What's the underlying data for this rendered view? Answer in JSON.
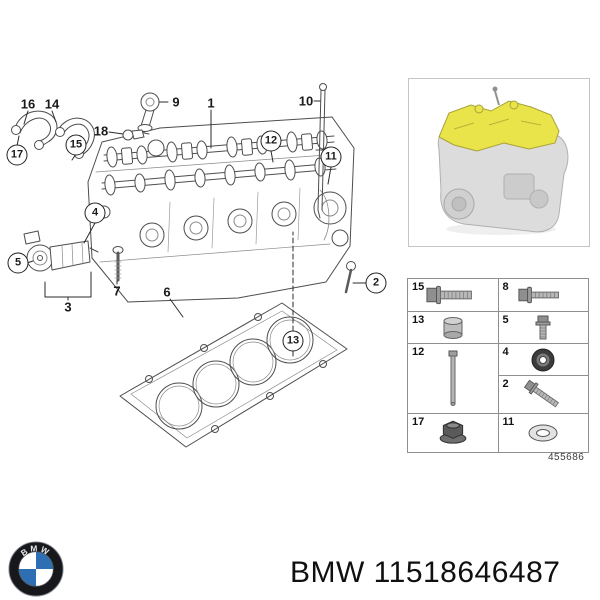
{
  "footer": {
    "brand_label": "BMW",
    "part_number": "11518646487"
  },
  "artwork": {
    "drawing_number": "455686",
    "description": "cylinder-head-exploded-diagram"
  },
  "logo": {
    "brand": "BMW"
  },
  "colors": {
    "highlight_yellow": "#e9e44a",
    "bmw_blue": "#2e6fb3",
    "line": "#4d4d4d"
  },
  "diagram": {
    "callouts": {
      "c1": "1",
      "c2": "2",
      "c3": "3",
      "c4": "4",
      "c5": "5",
      "c6": "6",
      "c7": "7",
      "c9": "9",
      "c10": "10",
      "c11": "11",
      "c12": "12",
      "c13": "13",
      "c14": "14",
      "c15": "15",
      "c16": "16",
      "c17": "17",
      "c18": "18"
    }
  },
  "legend": {
    "left_column": [
      {
        "label": "15",
        "icon": "flange-bolt"
      },
      {
        "label": "13",
        "icon": "sleeve-bushing"
      },
      {
        "label": "12",
        "icon": "dowel-pin"
      },
      {
        "label": "17",
        "icon": "flange-nut"
      }
    ],
    "right_column": [
      {
        "label": "8",
        "icon": "bolt"
      },
      {
        "label": "5",
        "icon": "screw"
      },
      {
        "label": "4",
        "icon": "seal-grommet"
      },
      {
        "label": "2",
        "icon": "long-bolt"
      },
      {
        "label": "11",
        "icon": "washer"
      }
    ]
  }
}
